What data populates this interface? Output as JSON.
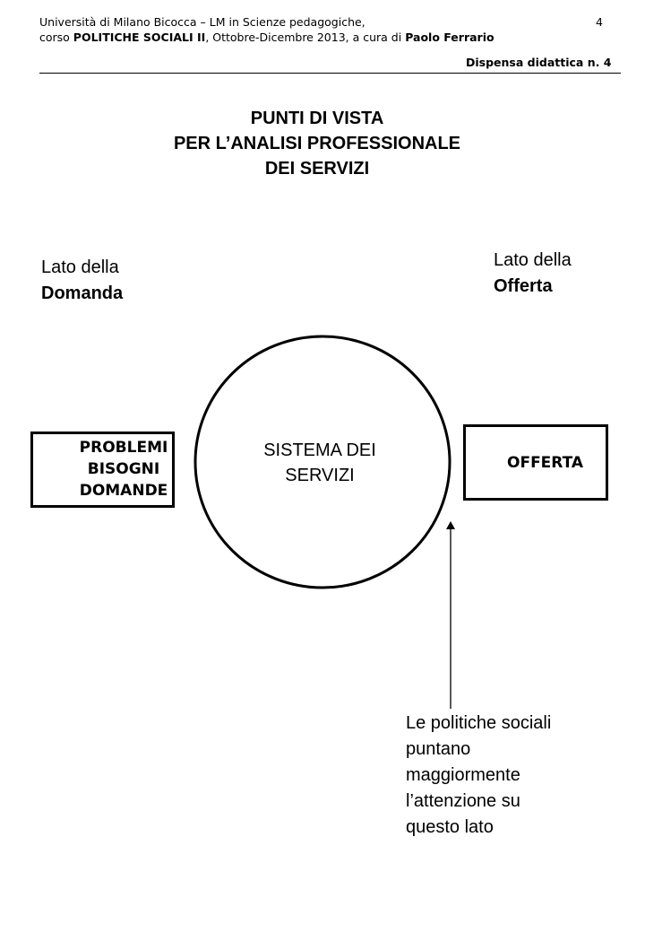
{
  "header": {
    "line1": "Università di Milano Bicocca – LM in Scienze pedagogiche,",
    "page_number": "4",
    "line2_prefix": "corso ",
    "course_name": "POLITICHE SOCIALI II",
    "line2_middle": ", Ottobre-Dicembre 2013,  a cura di ",
    "author": "Paolo Ferrario",
    "dispensa": "Dispensa didattica n. 4"
  },
  "title": {
    "lines": [
      "PUNTI DI VISTA",
      "PER L’ANALISI PROFESSIONALE",
      "DEI SERVIZI"
    ]
  },
  "demand_side": {
    "line1": "Lato della",
    "line2": "Domanda"
  },
  "supply_side": {
    "line1": "Lato della",
    "line2": "Offerta"
  },
  "left_box": {
    "lines": [
      "PROBLEMI",
      "BISOGNI",
      "DOMANDE"
    ]
  },
  "circle": {
    "lines": [
      "SISTEMA DEI",
      "SERVIZI"
    ]
  },
  "right_box": {
    "label": "OFFERTA"
  },
  "note": {
    "lines": [
      "Le politiche sociali",
      "puntano",
      "maggiormente",
      "l’attenzione su",
      "questo lato"
    ]
  }
}
